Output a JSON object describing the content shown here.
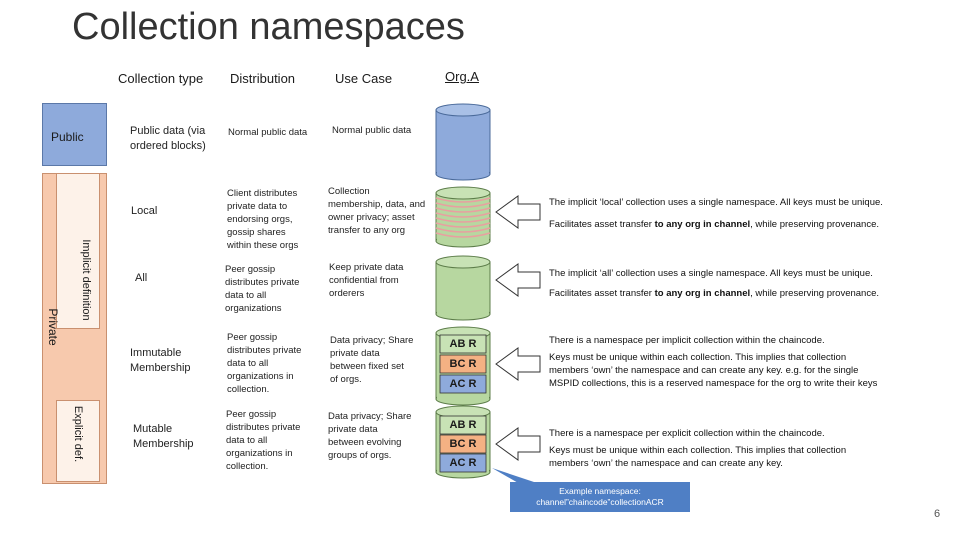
{
  "title": "Collection namespaces",
  "headers": {
    "collection_type": "Collection type",
    "distribution": "Distribution",
    "use_case": "Use Case",
    "org": "Org.A"
  },
  "side_labels": {
    "public": "Public",
    "private": "Private",
    "implicit": "Implicit definition",
    "explicit": "Explicit def."
  },
  "rows": [
    {
      "type": "Public data (via ordered blocks)",
      "distribution": "Normal public data",
      "use_case": "Normal public data"
    },
    {
      "type": "Local",
      "distribution": "Client distributes private data to endorsing orgs, gossip shares within these orgs",
      "use_case": "Collection membership, data, and owner privacy; asset transfer to any org"
    },
    {
      "type": "All",
      "distribution": "Peer gossip distributes private data to all organizations",
      "use_case": "Keep private data confidential from orderers"
    },
    {
      "type": "Immutable Membership",
      "distribution": "Peer gossip distributes private data to all organizations in collection.",
      "use_case": "Data privacy; Share private data between fixed set of orgs."
    },
    {
      "type": "Mutable Membership",
      "distribution": "Peer gossip distributes private data to all organizations in collection.",
      "use_case": "Data privacy; Share private data between evolving groups of orgs."
    }
  ],
  "descriptions": {
    "local_1": "The implicit ‘local’ collection uses a single namespace. All keys must be unique.",
    "local_2_a": "Facilitates asset transfer ",
    "local_2_b": "to any org in channel",
    "local_2_c": ", while preserving provenance.",
    "all_1": "The implicit ‘all’ collection uses a single namespace. All keys must be unique.",
    "all_2_a": "Facilitates asset transfer ",
    "all_2_b": "to any org in channel",
    "all_2_c": ", while preserving provenance.",
    "immutable_1": "There is a namespace per implicit collection within the chaincode.",
    "immutable_2": "Keys must be unique within each collection.  This implies that collection",
    "immutable_3": "members ‘own’ the namespace and can create any key.  e.g. for the single",
    "immutable_4": "MSPID collections, this is a reserved namespace for the org to write their keys",
    "mutable_1": "There is a namespace per explicit collection within the chaincode.",
    "mutable_2": "Keys must be unique within each collection.  This implies that collection",
    "mutable_3": "members ‘own’ the namespace and can create any key."
  },
  "blocks": [
    "AB R",
    "BC R",
    "AC R"
  ],
  "callout": {
    "line1": "Example namespace:",
    "line2": "channel”chaincode”collectionACR"
  },
  "page_number": "6",
  "colors": {
    "public_blue": "#8eaadb",
    "private_peach": "#f7c9ad",
    "cyl_blue": "#8eaadb",
    "cyl_green": "#b7d7a0",
    "callout_blue": "#4f7fc5"
  }
}
